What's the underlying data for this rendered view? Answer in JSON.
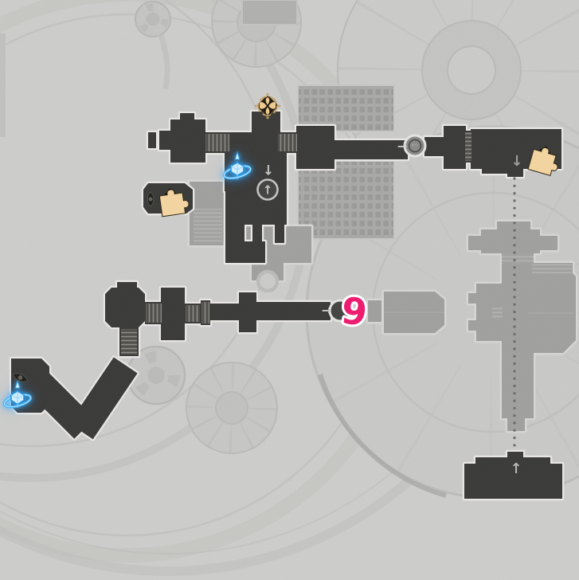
{
  "map": {
    "kind": "game-area-map",
    "markers": {
      "quest": {
        "label": "9",
        "name": "quest-progress-marker",
        "color": "#ee1d70"
      },
      "treasure_chest": {
        "name": "treasure-chest-marker",
        "color": "#ecca92"
      },
      "puzzle_left": {
        "name": "puzzle-marker",
        "color": "#f2d4a0"
      },
      "puzzle_right": {
        "name": "puzzle-marker",
        "color": "#f2d4a0"
      },
      "space_anchor_upper": {
        "name": "space-anchor-marker",
        "color": "#3db1f7"
      },
      "space_anchor_lower": {
        "name": "space-anchor-marker",
        "color": "#3db1f7"
      },
      "eye_upper": {
        "name": "eye-marker"
      },
      "eye_lower": {
        "name": "eye-marker"
      }
    },
    "arrows": {
      "up": "↑",
      "down": "↓",
      "right": "→",
      "left": "←"
    },
    "colors": {
      "background": "#cfcfcd",
      "explored_corridor": "#3b3b39",
      "corridor_outline": "#eceae7",
      "unexplored_floor": "#a2a2a0",
      "decor": "#c2c2c0",
      "route_dots": "#6d6d69",
      "quest_accent": "#ee1d70",
      "anchor_blue": "#3db1f7",
      "item_gold": "#ecca92"
    }
  }
}
